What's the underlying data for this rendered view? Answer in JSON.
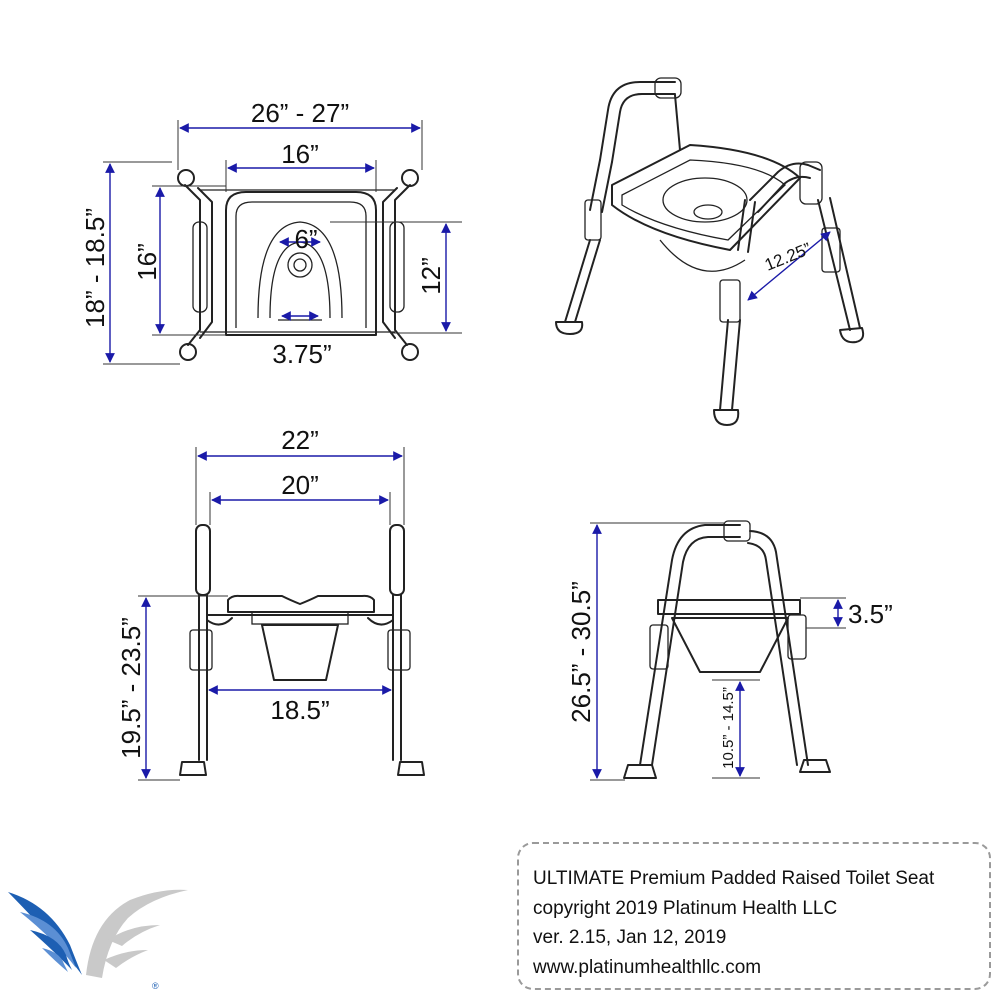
{
  "dimensions": {
    "top_view": {
      "overall_width": "26” - 27”",
      "seat_width": "16”",
      "opening_width": "6”",
      "overall_depth": "18” - 18.5”",
      "seat_depth": "16”",
      "opening_depth": "12”",
      "front_gap": "3.75”"
    },
    "iso_view": {
      "armrest_height": "12.25”"
    },
    "front_view": {
      "overall_width": "22”",
      "arm_inner_width": "20”",
      "leg_inner_width": "18.5”",
      "seat_height": "19.5” - 23.5”"
    },
    "side_view": {
      "overall_height": "26.5” - 30.5”",
      "seat_thickness": "3.5”",
      "bucket_clearance": "10.5” - 14.5”"
    }
  },
  "info": {
    "product_name": "ULTIMATE Premium Padded Raised Toilet Seat",
    "copyright": "copyright 2019 Platinum Health LLC",
    "version": "ver. 2.15, Jan 12, 2019",
    "website": "www.platinumhealthllc.com"
  },
  "logo": {
    "registered_mark": "®",
    "colors": {
      "blue": "#1d5fb3",
      "light_blue": "#5b8fd4",
      "gray": "#c9c9c9"
    }
  },
  "dimension_color": "#1a1aa8"
}
